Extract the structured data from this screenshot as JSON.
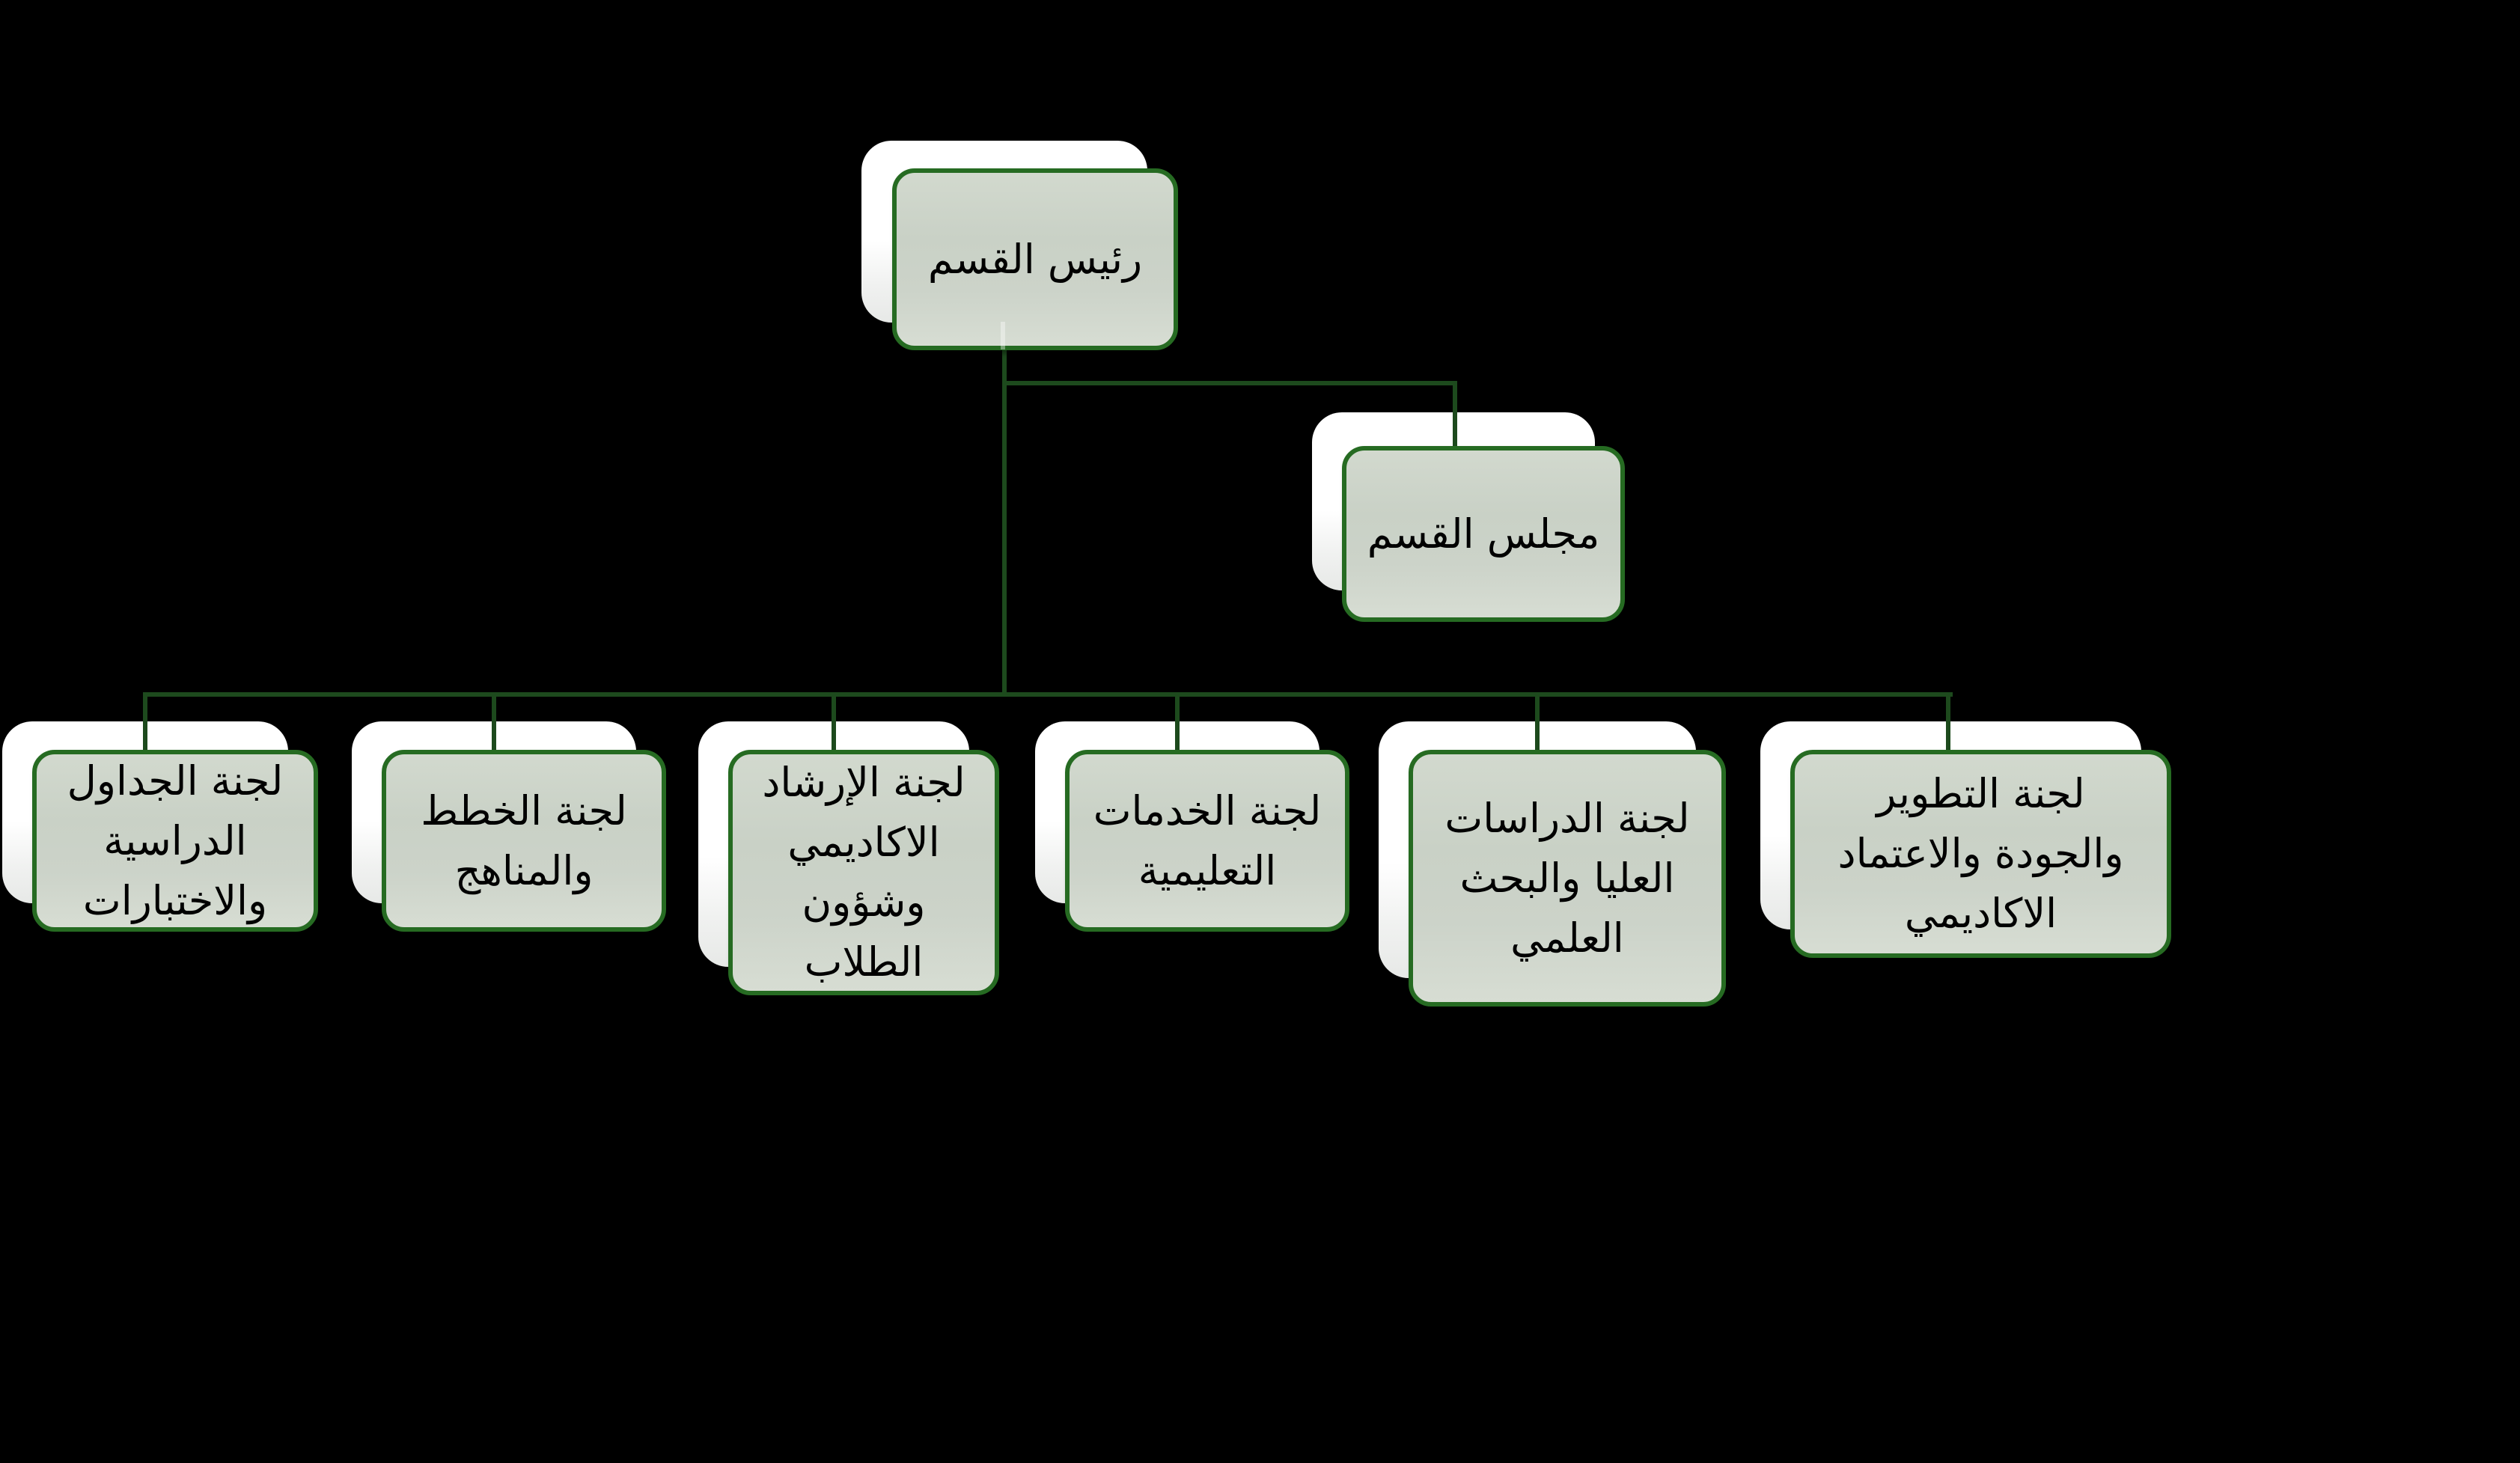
{
  "colors": {
    "background": "#000000",
    "node_border": "#266b22",
    "node_fill": "#cbd3c8",
    "node_fill_light": "#d7ddd3",
    "shadow_box": "#ffffff",
    "connector": "#1d4a1d",
    "text": "#000000"
  },
  "diagram": {
    "type": "org-chart",
    "root": {
      "label": "رئيس القسم"
    },
    "council": {
      "label": "مجلس القسم"
    },
    "committees": [
      {
        "label": "لجنة الجداول\nالدراسية\nوالاختبارات"
      },
      {
        "label": "لجنة الخطط\nوالمناهج"
      },
      {
        "label": "لجنة الإرشاد\nالاكاديمي\nوشؤون\nالطلاب"
      },
      {
        "label": "لجنة الخدمات\nالتعليمية"
      },
      {
        "label": "لجنة الدراسات\nالعليا والبحث\nالعلمي"
      },
      {
        "label": "لجنة التطوير\nوالجودة والاعتماد\nالاكاديمي"
      }
    ]
  }
}
